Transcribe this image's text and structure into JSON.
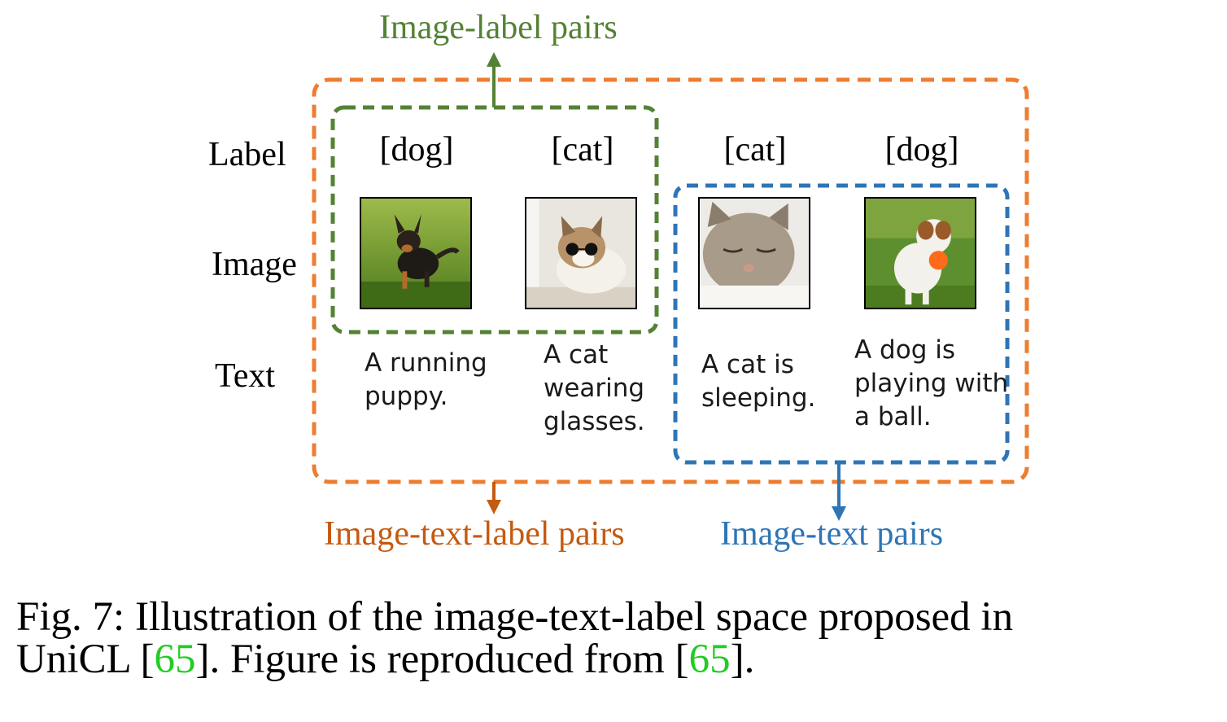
{
  "row_labels": {
    "label": "Label",
    "image": "Image",
    "text": "Text"
  },
  "columns": [
    {
      "label": "[dog]",
      "text": "A running\npuppy.",
      "image_subject": "running-puppy-photo"
    },
    {
      "label": "[cat]",
      "text": "A cat\nwearing\nglasses.",
      "image_subject": "cat-with-sunglasses-photo"
    },
    {
      "label": "[cat]",
      "text": "A cat is\nsleeping.",
      "image_subject": "sleeping-kitten-photo"
    },
    {
      "label": "[dog]",
      "text": "A dog is\nplaying with\na ball.",
      "image_subject": "dog-with-ball-photo"
    }
  ],
  "pair_labels": {
    "image_label": "Image-label pairs",
    "image_text_label": "Image-text-label pairs",
    "image_text": "Image-text pairs"
  },
  "colors": {
    "image_label": "#548235",
    "image_text_label": "#ED7D31",
    "image_text_label_text": "#C55A11",
    "image_text": "#2E75B6"
  },
  "caption": {
    "line1": "Fig. 7: Illustration of the image-text-label space proposed in",
    "line2_prefix": "UniCL [",
    "ref1": "65",
    "line2_middle": "]. Figure is reproduced from [",
    "ref2": "65",
    "line2_suffix": "]."
  }
}
